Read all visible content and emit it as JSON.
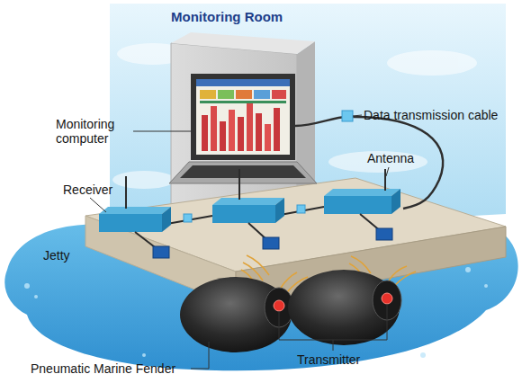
{
  "diagram": {
    "title": "Monitoring Room",
    "labels": [
      "Monitoring computer",
      "Data transmission cable",
      "Antenna",
      "Receiver",
      "Jetty",
      "Pneumatic Marine Fender",
      "Transmitter"
    ]
  }
}
